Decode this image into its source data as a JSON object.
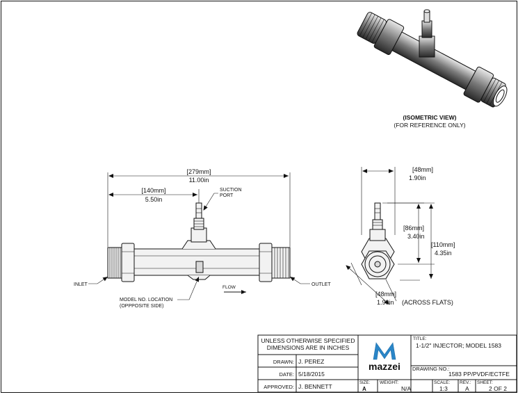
{
  "isometric": {
    "caption_title": "(ISOMETRIC VIEW)",
    "caption_sub": "(FOR REFERENCE ONLY)"
  },
  "front_view": {
    "overall_length_mm": "[279mm]",
    "overall_length_in": "11.00in",
    "suction_offset_mm": "[140mm]",
    "suction_offset_in": "5.50in",
    "suction_label_1": "SUCTION",
    "suction_label_2": "PORT",
    "inlet_label": "INLET",
    "outlet_label": "OUTLET",
    "flow_label": "FLOW",
    "model_loc_1": "MODEL NO. LOCATION",
    "model_loc_2": "(OPPPOSITE SIDE)"
  },
  "side_view": {
    "top_width_mm": "[48mm]",
    "top_width_in": "1.90in",
    "height_mm": "[86mm]",
    "height_in": "3.40in",
    "total_height_mm": "[110mm]",
    "total_height_in": "4.35in",
    "flats_mm": "[48mm]",
    "flats_in": "1.90in",
    "flats_note": "(ACROSS FLATS)"
  },
  "title_block": {
    "notes_line1": "UNLESS OTHERWISE SPECIFIED",
    "notes_line2": "DIMENSIONS ARE IN INCHES",
    "drawn_label": "DRAWN:",
    "drawn_value": "J. PEREZ",
    "date_label": "DATE:",
    "date_value": "5/18/2015",
    "approved_label": "APPROVED:",
    "approved_value": "J. BENNETT",
    "logo_text": "mazzei",
    "title_label": "TITLE:",
    "title_value": "1-1/2\" INJECTOR; MODEL 1583",
    "drawing_no_label": "DRAWING NO.:",
    "drawing_no_value": "1583 PP/PVDF/ECTFE",
    "size_label": "SIZE:",
    "size_value": "A",
    "weight_label": "WEIGHT:",
    "weight_value": "N/A",
    "scale_label": "SCALE:",
    "scale_value": "1:3",
    "rev_label": "REV.:",
    "rev_value": "A",
    "sheet_label": "SHEET:",
    "sheet_value": "2 OF 2"
  },
  "colors": {
    "logo_blue": "#2a86c8",
    "line": "#111111"
  }
}
